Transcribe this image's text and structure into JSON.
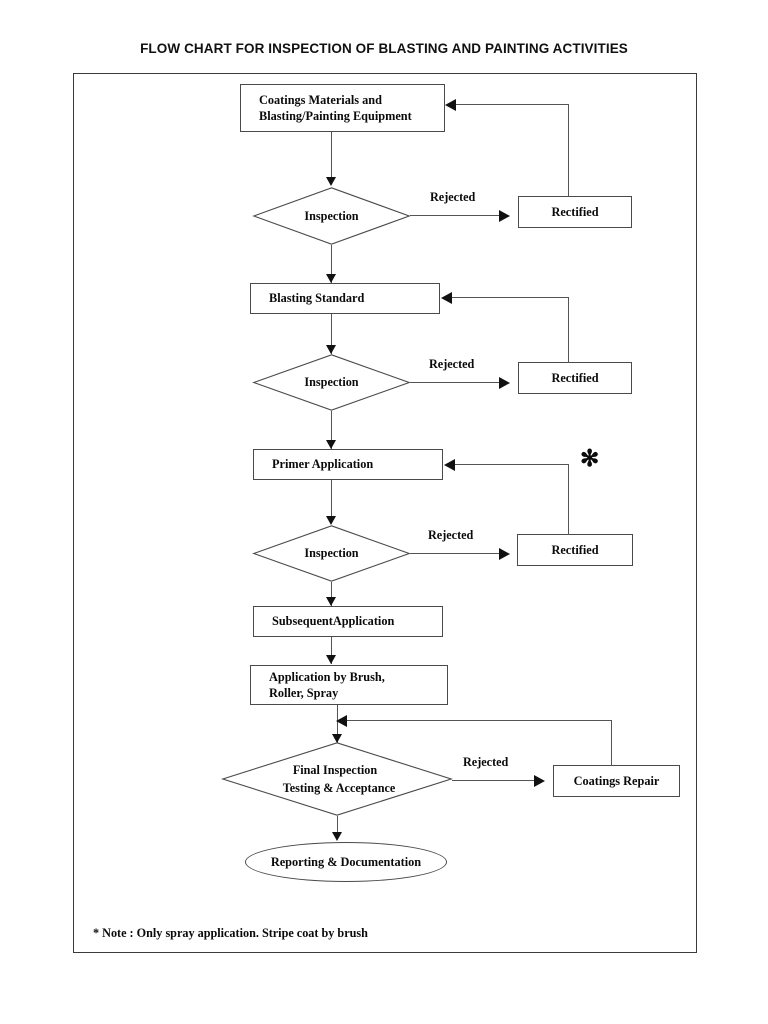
{
  "document": {
    "title": "FLOW CHART FOR INSPECTION OF BLASTING AND PAINTING ACTIVITIES",
    "footnote": "* Note : Only spray application. Stripe coat by brush",
    "asterisk_marker": "✻"
  },
  "chart_data": {
    "type": "diagram",
    "title": "FLOW CHART FOR INSPECTION OF BLASTING AND PAINTING ACTIVITIES",
    "orientation": "top-to-bottom",
    "nodes": [
      {
        "id": "coatings-materials",
        "shape": "rectangle",
        "label_line1": "Coatings Materials and",
        "label_line2": "Blasting/Painting Equipment",
        "align": "left"
      },
      {
        "id": "inspection-1",
        "shape": "diamond",
        "label": "Inspection"
      },
      {
        "id": "rectified-1",
        "shape": "rectangle",
        "label": "Rectified",
        "align": "center"
      },
      {
        "id": "blasting-standard",
        "shape": "rectangle",
        "label": "Blasting Standard",
        "align": "left"
      },
      {
        "id": "inspection-2",
        "shape": "diamond",
        "label": "Inspection"
      },
      {
        "id": "rectified-2",
        "shape": "rectangle",
        "label": "Rectified",
        "align": "center"
      },
      {
        "id": "primer-application",
        "shape": "rectangle",
        "label": "Primer Application",
        "align": "left"
      },
      {
        "id": "inspection-3",
        "shape": "diamond",
        "label": "Inspection"
      },
      {
        "id": "rectified-3",
        "shape": "rectangle",
        "label": "Rectified",
        "align": "center"
      },
      {
        "id": "subsequent-application",
        "shape": "rectangle",
        "label": "SubsequentApplication",
        "align": "left"
      },
      {
        "id": "application-by-brush",
        "shape": "rectangle",
        "label_line1": "Application by Brush,",
        "label_line2": "Roller, Spray",
        "align": "left"
      },
      {
        "id": "final-inspection",
        "shape": "diamond",
        "label_line1": "Final Inspection",
        "label_line2": "Testing & Acceptance"
      },
      {
        "id": "coatings-repair",
        "shape": "rectangle",
        "label": "Coatings Repair",
        "align": "center"
      },
      {
        "id": "reporting-documentation",
        "shape": "ellipse",
        "label": "Reporting & Documentation"
      }
    ],
    "edges": [
      {
        "from": "coatings-materials",
        "to": "inspection-1",
        "label": ""
      },
      {
        "from": "inspection-1",
        "to": "rectified-1",
        "label": "Rejected"
      },
      {
        "from": "rectified-1",
        "to": "coatings-materials",
        "label": ""
      },
      {
        "from": "inspection-1",
        "to": "blasting-standard",
        "label": ""
      },
      {
        "from": "blasting-standard",
        "to": "inspection-2",
        "label": ""
      },
      {
        "from": "inspection-2",
        "to": "rectified-2",
        "label": "Rejected"
      },
      {
        "from": "rectified-2",
        "to": "blasting-standard",
        "label": ""
      },
      {
        "from": "inspection-2",
        "to": "primer-application",
        "label": ""
      },
      {
        "from": "primer-application",
        "to": "inspection-3",
        "label": ""
      },
      {
        "from": "inspection-3",
        "to": "rectified-3",
        "label": "Rejected"
      },
      {
        "from": "rectified-3",
        "to": "primer-application",
        "label": ""
      },
      {
        "from": "inspection-3",
        "to": "subsequent-application",
        "label": ""
      },
      {
        "from": "subsequent-application",
        "to": "application-by-brush",
        "label": ""
      },
      {
        "from": "application-by-brush",
        "to": "final-inspection",
        "label": ""
      },
      {
        "from": "final-inspection",
        "to": "coatings-repair",
        "label": "Rejected"
      },
      {
        "from": "coatings-repair",
        "to": "final-inspection",
        "label": ""
      },
      {
        "from": "final-inspection",
        "to": "reporting-documentation",
        "label": ""
      }
    ],
    "edge_labels": {
      "rejected_1": "Rejected",
      "rejected_2": "Rejected",
      "rejected_3": "Rejected",
      "rejected_final": "Rejected"
    },
    "colors": {
      "background": "#ffffff",
      "stroke": "#4a4a4a",
      "connector": "#545454",
      "arrowhead": "#111111",
      "text": "#0b0b0b",
      "frame": "#3a3a3a"
    }
  }
}
